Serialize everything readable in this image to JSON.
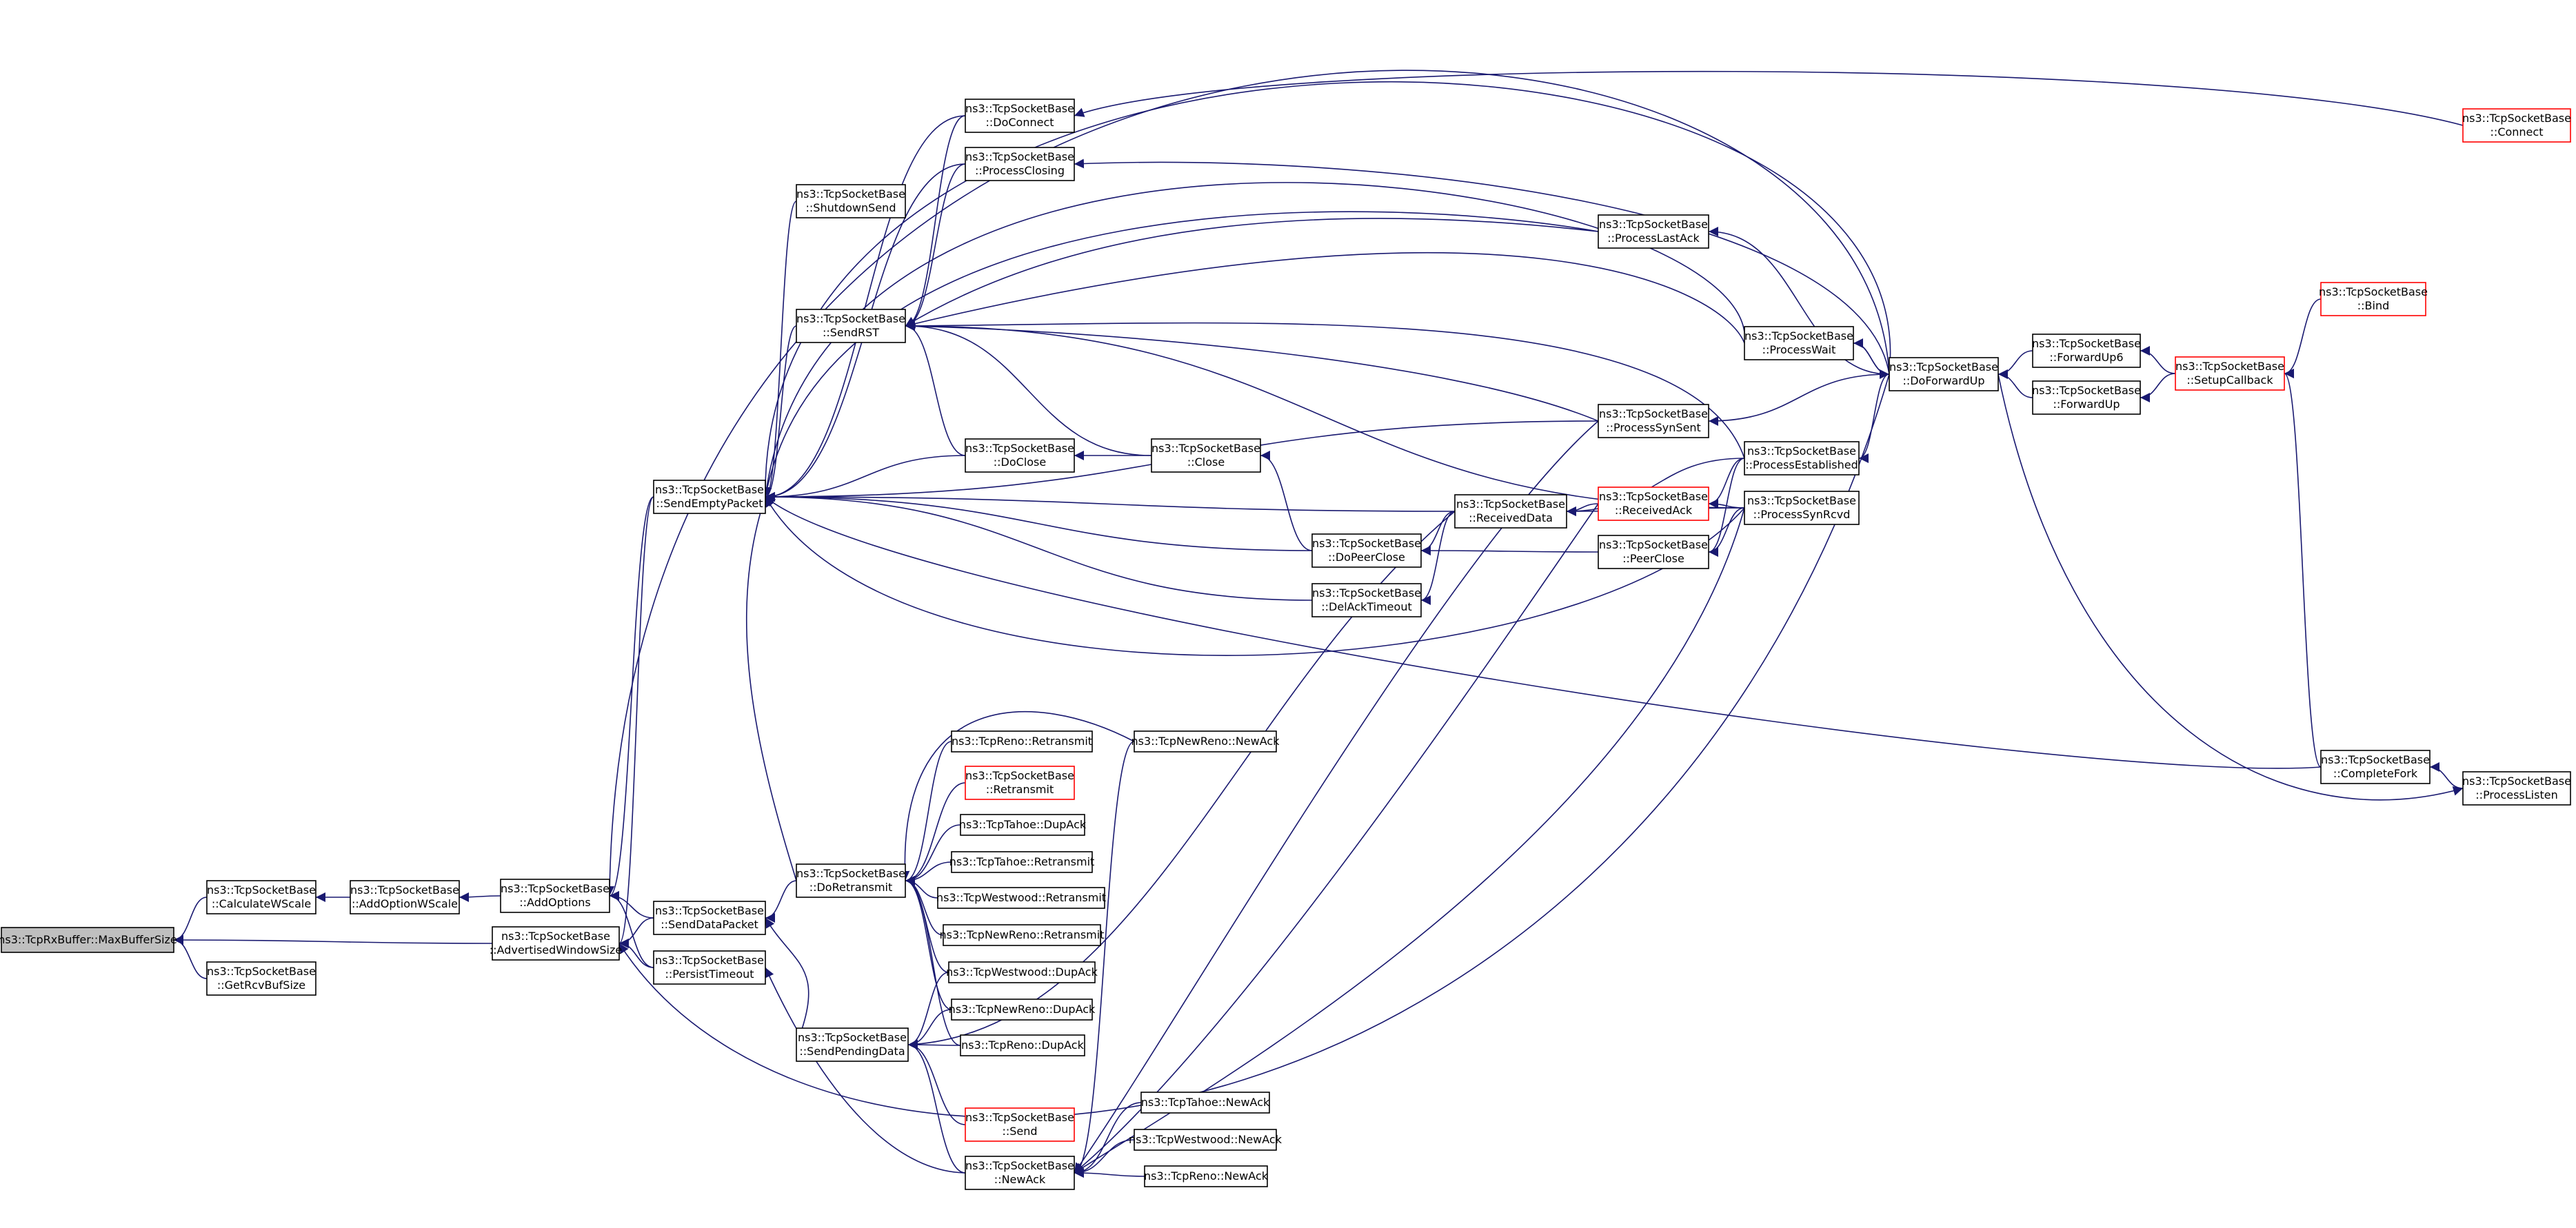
{
  "diagram": {
    "type": "call-graph",
    "colors": {
      "edge": "#191970",
      "node_border": "#000000",
      "node_border_truncated": "#ff0000",
      "root_fill": "#bfbfbf",
      "node_fill": "#ffffff",
      "text": "#000000"
    },
    "nodes": [
      {
        "id": "maxbuffersize",
        "lines": [
          "ns3::TcpRxBuffer::MaxBufferSize"
        ],
        "root": true
      },
      {
        "id": "calculatewscale",
        "lines": [
          "ns3::TcpSocketBase",
          "::CalculateWScale"
        ]
      },
      {
        "id": "getrcvbufsize",
        "lines": [
          "ns3::TcpSocketBase",
          "::GetRcvBufSize"
        ]
      },
      {
        "id": "addoptionwscale",
        "lines": [
          "ns3::TcpSocketBase",
          "::AddOptionWScale"
        ]
      },
      {
        "id": "addoptions",
        "lines": [
          "ns3::TcpSocketBase",
          "::AddOptions"
        ]
      },
      {
        "id": "advertisedwindowsize",
        "lines": [
          "ns3::TcpSocketBase",
          "::AdvertisedWindowSize"
        ]
      },
      {
        "id": "senddatapacket",
        "lines": [
          "ns3::TcpSocketBase",
          "::SendDataPacket"
        ]
      },
      {
        "id": "persisttimeout",
        "lines": [
          "ns3::TcpSocketBase",
          "::PersistTimeout"
        ]
      },
      {
        "id": "sendemptypacket",
        "lines": [
          "ns3::TcpSocketBase",
          "::SendEmptyPacket"
        ]
      },
      {
        "id": "shutdownsend",
        "lines": [
          "ns3::TcpSocketBase",
          "::ShutdownSend"
        ]
      },
      {
        "id": "sendrst",
        "lines": [
          "ns3::TcpSocketBase",
          "::SendRST"
        ]
      },
      {
        "id": "doconnect",
        "lines": [
          "ns3::TcpSocketBase",
          "::DoConnect"
        ]
      },
      {
        "id": "processclosing",
        "lines": [
          "ns3::TcpSocketBase",
          "::ProcessClosing"
        ]
      },
      {
        "id": "doclose",
        "lines": [
          "ns3::TcpSocketBase",
          "::DoClose"
        ]
      },
      {
        "id": "close",
        "lines": [
          "ns3::TcpSocketBase",
          "::Close"
        ]
      },
      {
        "id": "dopeerclose",
        "lines": [
          "ns3::TcpSocketBase",
          "::DoPeerClose"
        ]
      },
      {
        "id": "delacktimeout",
        "lines": [
          "ns3::TcpSocketBase",
          "::DelAckTimeout"
        ]
      },
      {
        "id": "receiveddata",
        "lines": [
          "ns3::TcpSocketBase",
          "::ReceivedData"
        ]
      },
      {
        "id": "processlastack",
        "lines": [
          "ns3::TcpSocketBase",
          "::ProcessLastAck"
        ]
      },
      {
        "id": "processsynsent",
        "lines": [
          "ns3::TcpSocketBase",
          "::ProcessSynSent"
        ]
      },
      {
        "id": "receivedack",
        "lines": [
          "ns3::TcpSocketBase",
          "::ReceivedAck"
        ],
        "truncated": true
      },
      {
        "id": "peerclose",
        "lines": [
          "ns3::TcpSocketBase",
          "::PeerClose"
        ]
      },
      {
        "id": "processwait",
        "lines": [
          "ns3::TcpSocketBase",
          "::ProcessWait"
        ]
      },
      {
        "id": "processestablished",
        "lines": [
          "ns3::TcpSocketBase",
          "::ProcessEstablished"
        ]
      },
      {
        "id": "processsynrcvd",
        "lines": [
          "ns3::TcpSocketBase",
          "::ProcessSynRcvd"
        ]
      },
      {
        "id": "doforwardup",
        "lines": [
          "ns3::TcpSocketBase",
          "::DoForwardUp"
        ]
      },
      {
        "id": "forwardup6",
        "lines": [
          "ns3::TcpSocketBase",
          "::ForwardUp6"
        ]
      },
      {
        "id": "forwardup",
        "lines": [
          "ns3::TcpSocketBase",
          "::ForwardUp"
        ]
      },
      {
        "id": "setupcallback",
        "lines": [
          "ns3::TcpSocketBase",
          "::SetupCallback"
        ],
        "truncated": true
      },
      {
        "id": "bind",
        "lines": [
          "ns3::TcpSocketBase",
          "::Bind"
        ],
        "truncated": true
      },
      {
        "id": "connect",
        "lines": [
          "ns3::TcpSocketBase",
          "::Connect"
        ],
        "truncated": true
      },
      {
        "id": "completefork",
        "lines": [
          "ns3::TcpSocketBase",
          "::CompleteFork"
        ]
      },
      {
        "id": "processlisten",
        "lines": [
          "ns3::TcpSocketBase",
          "::ProcessListen"
        ]
      },
      {
        "id": "doretransmit",
        "lines": [
          "ns3::TcpSocketBase",
          "::DoRetransmit"
        ]
      },
      {
        "id": "sendpendingdata",
        "lines": [
          "ns3::TcpSocketBase",
          "::SendPendingData"
        ]
      },
      {
        "id": "send",
        "lines": [
          "ns3::TcpSocketBase",
          "::Send"
        ],
        "truncated": true
      },
      {
        "id": "newack",
        "lines": [
          "ns3::TcpSocketBase",
          "::NewAck"
        ]
      },
      {
        "id": "renoretransmit",
        "lines": [
          "ns3::TcpReno::Retransmit"
        ]
      },
      {
        "id": "basereretransmit",
        "lines": [
          "ns3::TcpSocketBase",
          "::Retransmit"
        ],
        "truncated": true
      },
      {
        "id": "tahoedupack",
        "lines": [
          "ns3::TcpTahoe::DupAck"
        ]
      },
      {
        "id": "tahoeretransmit",
        "lines": [
          "ns3::TcpTahoe::Retransmit"
        ]
      },
      {
        "id": "westwoodretransmit",
        "lines": [
          "ns3::TcpWestwood::Retransmit"
        ]
      },
      {
        "id": "newrenoretransmit",
        "lines": [
          "ns3::TcpNewReno::Retransmit"
        ]
      },
      {
        "id": "westwooddupack",
        "lines": [
          "ns3::TcpWestwood::DupAck"
        ]
      },
      {
        "id": "newrenodupack",
        "lines": [
          "ns3::TcpNewReno::DupAck"
        ]
      },
      {
        "id": "renodupack",
        "lines": [
          "ns3::TcpReno::DupAck"
        ]
      },
      {
        "id": "newrenonewack",
        "lines": [
          "ns3::TcpNewReno::NewAck"
        ]
      },
      {
        "id": "tahoenewack",
        "lines": [
          "ns3::TcpTahoe::NewAck"
        ]
      },
      {
        "id": "westwoodnewack",
        "lines": [
          "ns3::TcpWestwood::NewAck"
        ]
      },
      {
        "id": "renonewack",
        "lines": [
          "ns3::TcpReno::NewAck"
        ]
      }
    ],
    "edges": [
      [
        "calculatewscale",
        "maxbuffersize"
      ],
      [
        "getrcvbufsize",
        "maxbuffersize"
      ],
      [
        "advertisedwindowsize",
        "maxbuffersize"
      ],
      [
        "addoptionwscale",
        "calculatewscale"
      ],
      [
        "addoptions",
        "addoptionwscale"
      ],
      [
        "senddatapacket",
        "addoptions"
      ],
      [
        "sendemptypacket",
        "addoptions"
      ],
      [
        "persisttimeout",
        "addoptions"
      ],
      [
        "doforwardup",
        "addoptions"
      ],
      [
        "senddatapacket",
        "advertisedwindowsize"
      ],
      [
        "sendemptypacket",
        "advertisedwindowsize"
      ],
      [
        "persisttimeout",
        "advertisedwindowsize"
      ],
      [
        "doforwardup",
        "advertisedwindowsize"
      ],
      [
        "doretransmit",
        "senddatapacket"
      ],
      [
        "sendpendingdata",
        "senddatapacket"
      ],
      [
        "newack",
        "persisttimeout"
      ],
      [
        "shutdownsend",
        "sendemptypacket"
      ],
      [
        "sendrst",
        "sendemptypacket"
      ],
      [
        "doconnect",
        "sendemptypacket"
      ],
      [
        "processclosing",
        "sendemptypacket"
      ],
      [
        "doclose",
        "sendemptypacket"
      ],
      [
        "dopeerclose",
        "sendemptypacket"
      ],
      [
        "delacktimeout",
        "sendemptypacket"
      ],
      [
        "receiveddata",
        "sendemptypacket"
      ],
      [
        "processlastack",
        "sendemptypacket"
      ],
      [
        "processsynsent",
        "sendemptypacket"
      ],
      [
        "processwait",
        "sendemptypacket"
      ],
      [
        "processsynrcvd",
        "sendemptypacket"
      ],
      [
        "completefork",
        "sendemptypacket"
      ],
      [
        "doforwardup",
        "sendemptypacket"
      ],
      [
        "doretransmit",
        "sendemptypacket"
      ],
      [
        "doconnect",
        "sendrst"
      ],
      [
        "processclosing",
        "sendrst"
      ],
      [
        "doclose",
        "sendrst"
      ],
      [
        "close",
        "sendrst"
      ],
      [
        "processlastack",
        "sendrst"
      ],
      [
        "processsynsent",
        "sendrst"
      ],
      [
        "processwait",
        "sendrst"
      ],
      [
        "processestablished",
        "sendrst"
      ],
      [
        "processsynrcvd",
        "sendrst"
      ],
      [
        "connect",
        "doconnect"
      ],
      [
        "doforwardup",
        "processclosing"
      ],
      [
        "close",
        "doclose"
      ],
      [
        "dopeerclose",
        "close"
      ],
      [
        "receiveddata",
        "dopeerclose"
      ],
      [
        "peerclose",
        "dopeerclose"
      ],
      [
        "receiveddata",
        "delacktimeout"
      ],
      [
        "receivedack",
        "receiveddata"
      ],
      [
        "processestablished",
        "receiveddata"
      ],
      [
        "processsynrcvd",
        "receiveddata"
      ],
      [
        "doforwardup",
        "processlastack"
      ],
      [
        "doforwardup",
        "processsynsent"
      ],
      [
        "doforwardup",
        "processwait"
      ],
      [
        "doforwardup",
        "processestablished"
      ],
      [
        "processestablished",
        "receivedack"
      ],
      [
        "processsynrcvd",
        "receivedack"
      ],
      [
        "processestablished",
        "peerclose"
      ],
      [
        "processsynrcvd",
        "peerclose"
      ],
      [
        "forwardup6",
        "doforwardup"
      ],
      [
        "forwardup",
        "doforwardup"
      ],
      [
        "processwait",
        "doforwardup"
      ],
      [
        "setupcallback",
        "forwardup6"
      ],
      [
        "setupcallback",
        "forwardup"
      ],
      [
        "bind",
        "setupcallback"
      ],
      [
        "completefork",
        "setupcallback"
      ],
      [
        "processlisten",
        "completefork"
      ],
      [
        "doforwardup",
        "processlisten"
      ],
      [
        "renoretransmit",
        "doretransmit"
      ],
      [
        "basereretransmit",
        "doretransmit"
      ],
      [
        "tahoedupack",
        "doretransmit"
      ],
      [
        "tahoeretransmit",
        "doretransmit"
      ],
      [
        "westwoodretransmit",
        "doretransmit"
      ],
      [
        "newrenoretransmit",
        "doretransmit"
      ],
      [
        "westwooddupack",
        "doretransmit"
      ],
      [
        "newrenodupack",
        "doretransmit"
      ],
      [
        "renodupack",
        "doretransmit"
      ],
      [
        "newrenonewack",
        "doretransmit"
      ],
      [
        "westwooddupack",
        "sendpendingdata"
      ],
      [
        "newrenodupack",
        "sendpendingdata"
      ],
      [
        "renodupack",
        "sendpendingdata"
      ],
      [
        "send",
        "sendpendingdata"
      ],
      [
        "newack",
        "sendpendingdata"
      ],
      [
        "receiveddata",
        "sendpendingdata"
      ],
      [
        "newrenonewack",
        "newack"
      ],
      [
        "tahoenewack",
        "newack"
      ],
      [
        "westwoodnewack",
        "newack"
      ],
      [
        "renonewack",
        "newack"
      ],
      [
        "receivedack",
        "newack"
      ],
      [
        "processsynsent",
        "newack"
      ],
      [
        "processsynrcvd",
        "newack"
      ]
    ]
  }
}
